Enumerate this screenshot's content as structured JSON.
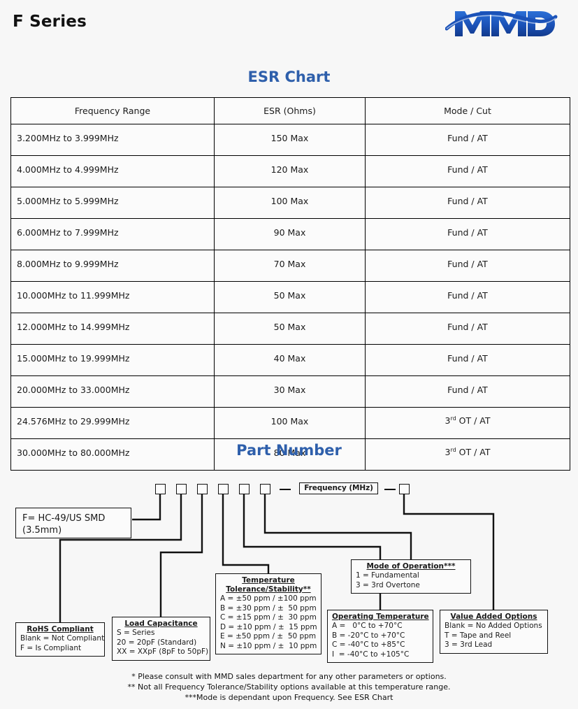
{
  "header": {
    "series_title": "F Series",
    "logo_text": "MMD",
    "logo_color": "#1b52b8"
  },
  "accent_color": "#2e5fab",
  "esr_section": {
    "title": "ESR Chart",
    "columns": [
      "Frequency Range",
      "ESR (Ohms)",
      "Mode / Cut"
    ],
    "rows": [
      {
        "freq": "3.200MHz to 3.999MHz",
        "esr": "150 Max",
        "mode": "Fund / AT",
        "mode_sup": ""
      },
      {
        "freq": "4.000MHz to 4.999MHz",
        "esr": "120 Max",
        "mode": "Fund / AT",
        "mode_sup": ""
      },
      {
        "freq": "5.000MHz to 5.999MHz",
        "esr": "100 Max",
        "mode": "Fund / AT",
        "mode_sup": ""
      },
      {
        "freq": "6.000MHz to 7.999MHz",
        "esr": "90 Max",
        "mode": "Fund / AT",
        "mode_sup": ""
      },
      {
        "freq": "8.000MHz to 9.999MHz",
        "esr": "70 Max",
        "mode": "Fund / AT",
        "mode_sup": ""
      },
      {
        "freq": "10.000MHz to 11.999MHz",
        "esr": "50 Max",
        "mode": "Fund / AT",
        "mode_sup": ""
      },
      {
        "freq": "12.000MHz to 14.999MHz",
        "esr": "50 Max",
        "mode": "Fund / AT",
        "mode_sup": ""
      },
      {
        "freq": "15.000MHz to 19.999MHz",
        "esr": "40 Max",
        "mode": "Fund / AT",
        "mode_sup": ""
      },
      {
        "freq": "20.000MHz to 33.000MHz",
        "esr": "30 Max",
        "mode": "Fund / AT",
        "mode_sup": ""
      },
      {
        "freq": "24.576MHz to 29.999MHz",
        "esr": "100 Max",
        "mode_pre": "3",
        "mode_sup": "rd",
        "mode_post": " OT / AT"
      },
      {
        "freq": "30.000MHz to 80.000MHz",
        "esr": "80 Max",
        "mode_pre": "3",
        "mode_sup": "rd",
        "mode_post": " OT / AT"
      }
    ]
  },
  "part_number": {
    "title": "Part Number",
    "slot_count": 6,
    "dash_symbol": "—",
    "frequency_field": "Frequency (MHz)",
    "package": {
      "line1": "F= HC-49/US SMD",
      "line2": "(3.5mm)"
    },
    "rohs": {
      "title": "RoHS Compliant",
      "lines": [
        "Blank = Not Compliant",
        "F = Is Compliant"
      ]
    },
    "load_capacitance": {
      "title": "Load Capacitance",
      "lines": [
        "S = Series",
        "20 = 20pF (Standard)",
        "XX = XXpF (8pF to 50pF)"
      ]
    },
    "temperature_tolerance": {
      "title_line1": "Temperature",
      "title_line2": "Tolerance/Stability",
      "title_line2_stars": "**",
      "lines": [
        "A = ±50 ppm / ±100 ppm",
        "B = ±30 ppm / ±  50 ppm",
        "C = ±15 ppm / ±  30 ppm",
        "D = ±10 ppm / ±  15 ppm",
        "E = ±50 ppm / ±  50 ppm",
        "N = ±10 ppm / ±  10 ppm"
      ]
    },
    "operating_temperature": {
      "title": "Operating Temperature",
      "lines": [
        "A =   0°C to +70°C",
        "B = -20°C to +70°C",
        "C = -40°C to +85°C",
        "I  = -40°C to +105°C"
      ]
    },
    "mode_of_operation": {
      "title": "Mode of Operation",
      "title_stars": "***",
      "lines": [
        "1 = Fundamental",
        "3 = 3rd Overtone"
      ]
    },
    "value_added_options": {
      "title": "Value Added Options",
      "lines": [
        "Blank = No Added Options",
        "T = Tape and Reel",
        "3 = 3rd Lead"
      ]
    }
  },
  "footnotes": [
    "* Please consult with MMD sales department for any other parameters or options.",
    "** Not all Frequency Tolerance/Stability options available at this temperature range.",
    "***Mode is dependant upon Frequency. See ESR Chart"
  ]
}
